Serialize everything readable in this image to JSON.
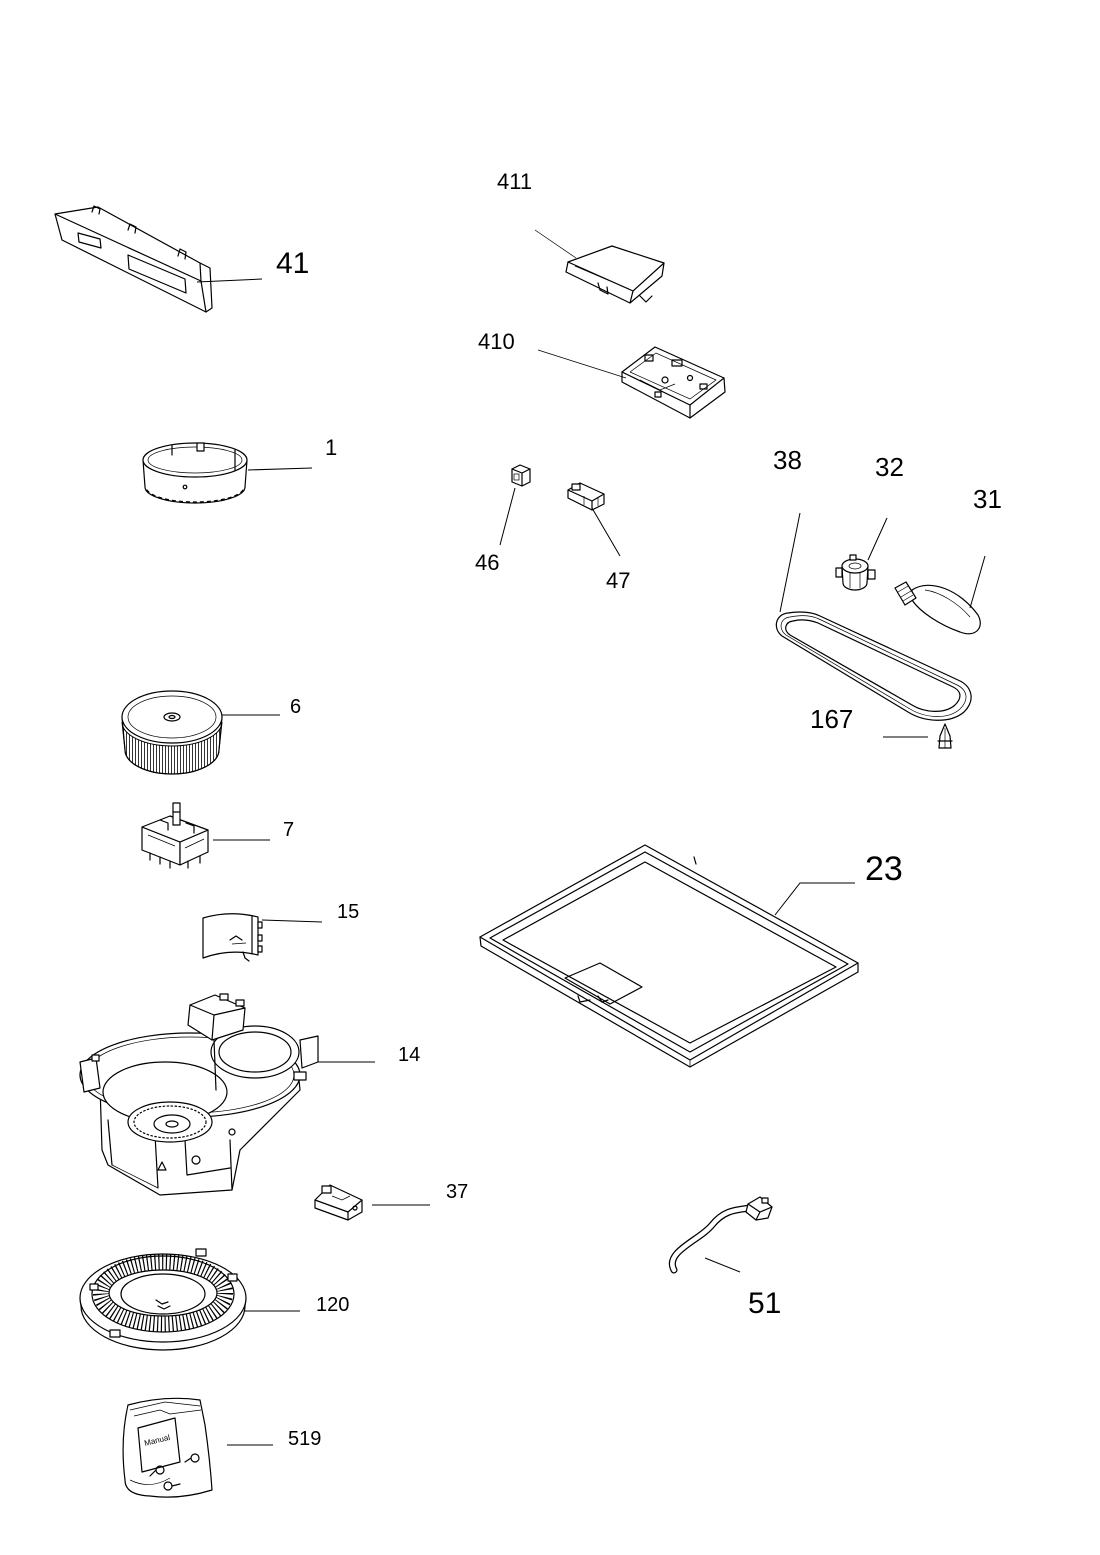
{
  "diagram": {
    "callouts": {
      "p411": "411",
      "p41": "41",
      "p410": "410",
      "p1": "1",
      "p38": "38",
      "p32": "32",
      "p31": "31",
      "p46": "46",
      "p47": "47",
      "p6": "6",
      "p167": "167",
      "p7": "7",
      "p23": "23",
      "p15": "15",
      "p14": "14",
      "p37": "37",
      "p51": "51",
      "p120": "120",
      "p519": "519"
    },
    "bag_label": "Manual"
  }
}
